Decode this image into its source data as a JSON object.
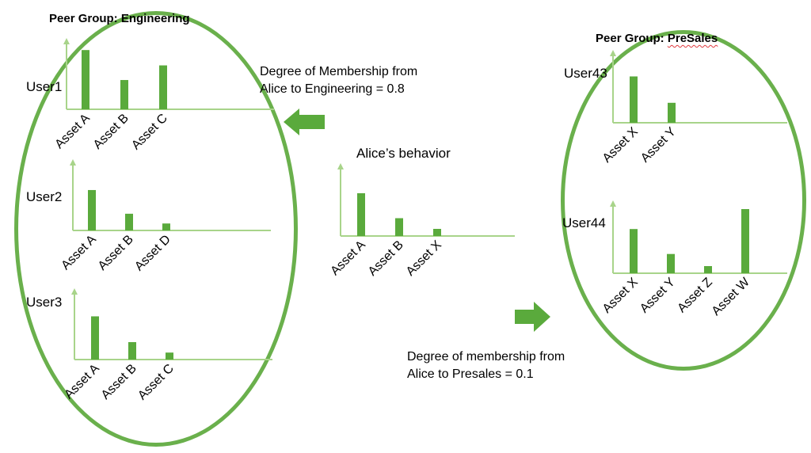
{
  "colors": {
    "bar": "#5aaa3c",
    "axis": "#a8d48a",
    "ellipse": "#6ab04c",
    "arrow": "#5aaa3c"
  },
  "groups": {
    "engineering": {
      "title": "Peer Group: Engineering"
    },
    "presales": {
      "title_prefix": "Peer Group: ",
      "title_word": "PreSales"
    }
  },
  "membership": {
    "engineering": {
      "line1": "Degree of Membership from",
      "line2": "Alice to Engineering = 0.8"
    },
    "presales": {
      "line1": "Degree of membership from",
      "line2": "Alice to Presales = 0.1"
    }
  },
  "chart_data": [
    {
      "type": "bar",
      "title": "User1",
      "categories": [
        "Asset A",
        "Asset B",
        "Asset C"
      ],
      "values": [
        0.85,
        0.42,
        0.63
      ]
    },
    {
      "type": "bar",
      "title": "User2",
      "categories": [
        "Asset A",
        "Asset B",
        "Asset D"
      ],
      "values": [
        0.58,
        0.24,
        0.1
      ]
    },
    {
      "type": "bar",
      "title": "User3",
      "categories": [
        "Asset A",
        "Asset B",
        "Asset C"
      ],
      "values": [
        0.62,
        0.25,
        0.1
      ]
    },
    {
      "type": "bar",
      "title": "Alice’s behavior",
      "categories": [
        "Asset A",
        "Asset B",
        "Asset X"
      ],
      "values": [
        0.6,
        0.25,
        0.1
      ]
    },
    {
      "type": "bar",
      "title": "User43",
      "categories": [
        "Asset X",
        "Asset Y"
      ],
      "values": [
        0.65,
        0.28
      ]
    },
    {
      "type": "bar",
      "title": "User44",
      "categories": [
        "Asset X",
        "Asset Y",
        "Asset Z",
        "Asset W"
      ],
      "values": [
        0.62,
        0.27,
        0.1,
        0.9
      ]
    }
  ]
}
